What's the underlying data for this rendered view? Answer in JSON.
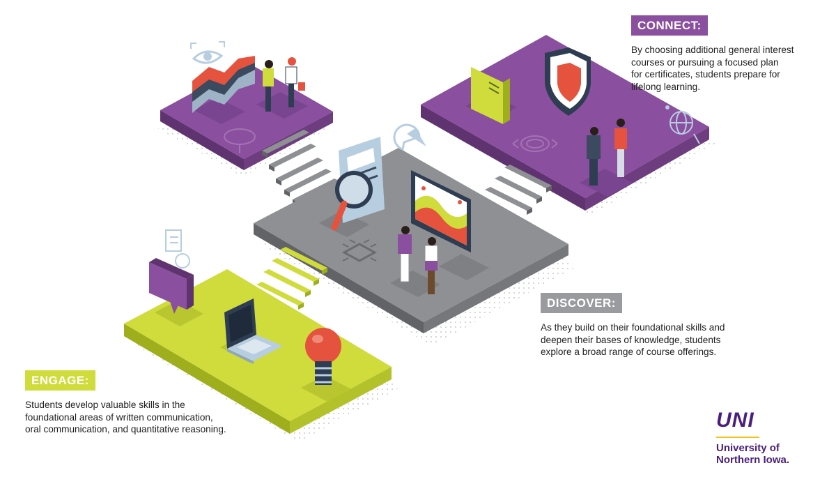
{
  "colors": {
    "purple": "#8a4f9e",
    "purple_dark": "#5f3370",
    "lime": "#cfdc3c",
    "lime_dark": "#9fae1d",
    "gray": "#8f9093",
    "gray_dark": "#626366",
    "gray_tag": "#9a9b9e",
    "red": "#e5533e",
    "light_blue": "#b7cde0",
    "navy": "#2e3d52",
    "uni_purple": "#4b1e7d",
    "uni_gold": "#f3c21b"
  },
  "connect": {
    "label": "CONNECT:",
    "text": "By choosing additional general interest\ncourses or pursuing a focused plan\nfor certificates, students prepare for\nlifelong learning."
  },
  "discover": {
    "label": "DISCOVER:",
    "text": "As they build on their foundational skills and\ndeepen their bases of knowledge, students\nexplore a broad range of course offerings."
  },
  "engage": {
    "label": "ENGAGE:",
    "text": "Students develop valuable skills in the\nfoundational areas of written communication,\noral communication, and quantitative reasoning."
  },
  "logo": {
    "mark": "UNI",
    "name": "University of\nNorthern Iowa."
  },
  "icons": [
    "eye-icon",
    "line-chart-icon",
    "shield-icon",
    "document-icon",
    "globe-icon",
    "fingerprint-icon",
    "magnifier-icon",
    "pie-chart-icon",
    "monitor-chart-icon",
    "chip-icon",
    "chat-bubble-icon",
    "laptop-icon",
    "lightbulb-icon"
  ]
}
